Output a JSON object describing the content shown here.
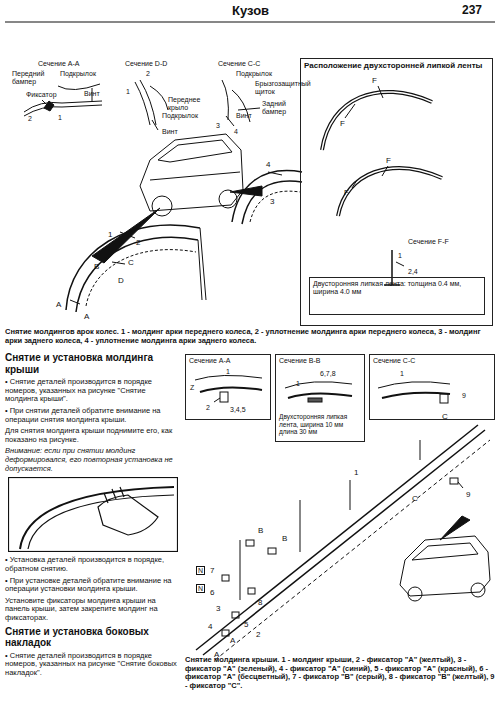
{
  "diagram": {
    "caption": "Снятие молдинга крыши. 1 - молдинг крыши, 2 - фиксатор \"A\" (желтый), 3 - фиксатор \"A\" (зеленый), 4 - фиксатор \"A\" (синий), 5 - фиксатор \"A\" (красный), 6 - фиксатор \"A\" (бесцветный), 7 - фиксатор \"B\" (серый), 8 - фиксатор \"B\" (желтый), 9 - фиксатор \"C\".",
    "nodes": [
      {
        "text": [
          "Расположение двухсторонней липкой ленты"
        ]
      },
      {
        "text": [
          "Двусторонняя липкая лента: толщина 0.4 мм, ширина 4.0 мм"
        ],
        "in": 0
      },
      {
        "text": [
          "Сечение A-A"
        ]
      },
      {
        "text": [
          "Сечение B-B",
          "Двухсторонняя липкая лента, ширина 10 мм длина 30 мм"
        ]
      },
      {
        "text": [
          "Сечение C-C"
        ]
      }
    ],
    "labels": [
      "Кузов",
      "237",
      "Сечение A-A",
      "Передний бампер",
      "Подкрылок",
      "Фиксатор",
      "Винт",
      "2",
      "1",
      "Сечение D-D",
      "2",
      "1",
      "Переднее крыло",
      "Подкрылок",
      "Винт",
      "Сечение C-C",
      "Подкрылок",
      "Брызгозащитный щиток",
      "Задний бампер",
      "Винт",
      "3",
      "4",
      "F",
      "F",
      "F",
      "F",
      "Сечение F-F",
      "1",
      "2,4",
      "4",
      "3",
      "2",
      "1",
      "C",
      "B",
      "D",
      "A",
      "A",
      "Снятие молдингов арок колес. 1 - молдинг арки переднего колеса, 2 - уплотнение молдинга арки переднего колеса, 3 - молдинг арки заднего колеса, 4 - уплотнение молдинга арки заднего колеса.",
      "Снятие и установка молдинга крыши",
      "• Снятие деталей производится в порядке номеров, указанных на рисунке \"Снятие молдинга крыши\".",
      "• При снятии деталей обратите внимание на операции снятия молдинга крыши.",
      "Для снятия молдинга крыши поднимите его, как показано на рисунке.",
      "Внимание: если при снятии молдинг деформировался, его повторная установка не допускается.",
      "• Установка деталей производится в порядке, обратном снятию.",
      "• При установке деталей обратите внимание на операции установки молдинга крыши.",
      "Установите фиксаторы молдинга крыши на панель крыши, затем закрепите молдинг на фиксаторах.",
      "Снятие и установка боковых накладок",
      "• Снятие деталей производится в порядке номеров, указанных на рисунке \"Снятие боковых накладок\".",
      "1",
      "Z",
      "2",
      "3,4,5",
      "6,7,8",
      "1",
      "1",
      "9",
      "C",
      "C",
      "9",
      "B",
      "B",
      "N",
      "7",
      "N",
      "6",
      "8",
      "3",
      "4",
      "5",
      "A",
      "A",
      "2",
      "1"
    ]
  }
}
